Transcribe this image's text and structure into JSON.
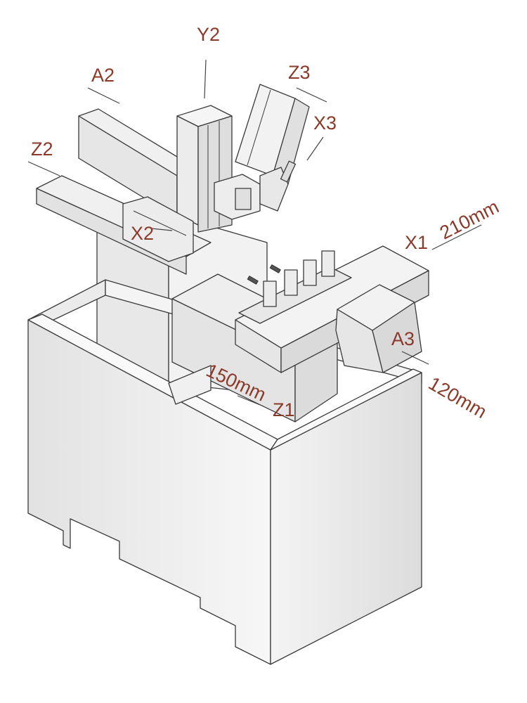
{
  "diagram": {
    "label_color": "#8b3a2a",
    "axis_labels": {
      "y2": "Y2",
      "a2": "A2",
      "z3": "Z3",
      "x3": "X3",
      "z2": "Z2",
      "x2": "X2",
      "x1": "X1",
      "x1_travel": "210mm",
      "a3": "A3",
      "a3_travel": "120mm",
      "z1_travel": "150mm",
      "z1": "Z1"
    }
  }
}
